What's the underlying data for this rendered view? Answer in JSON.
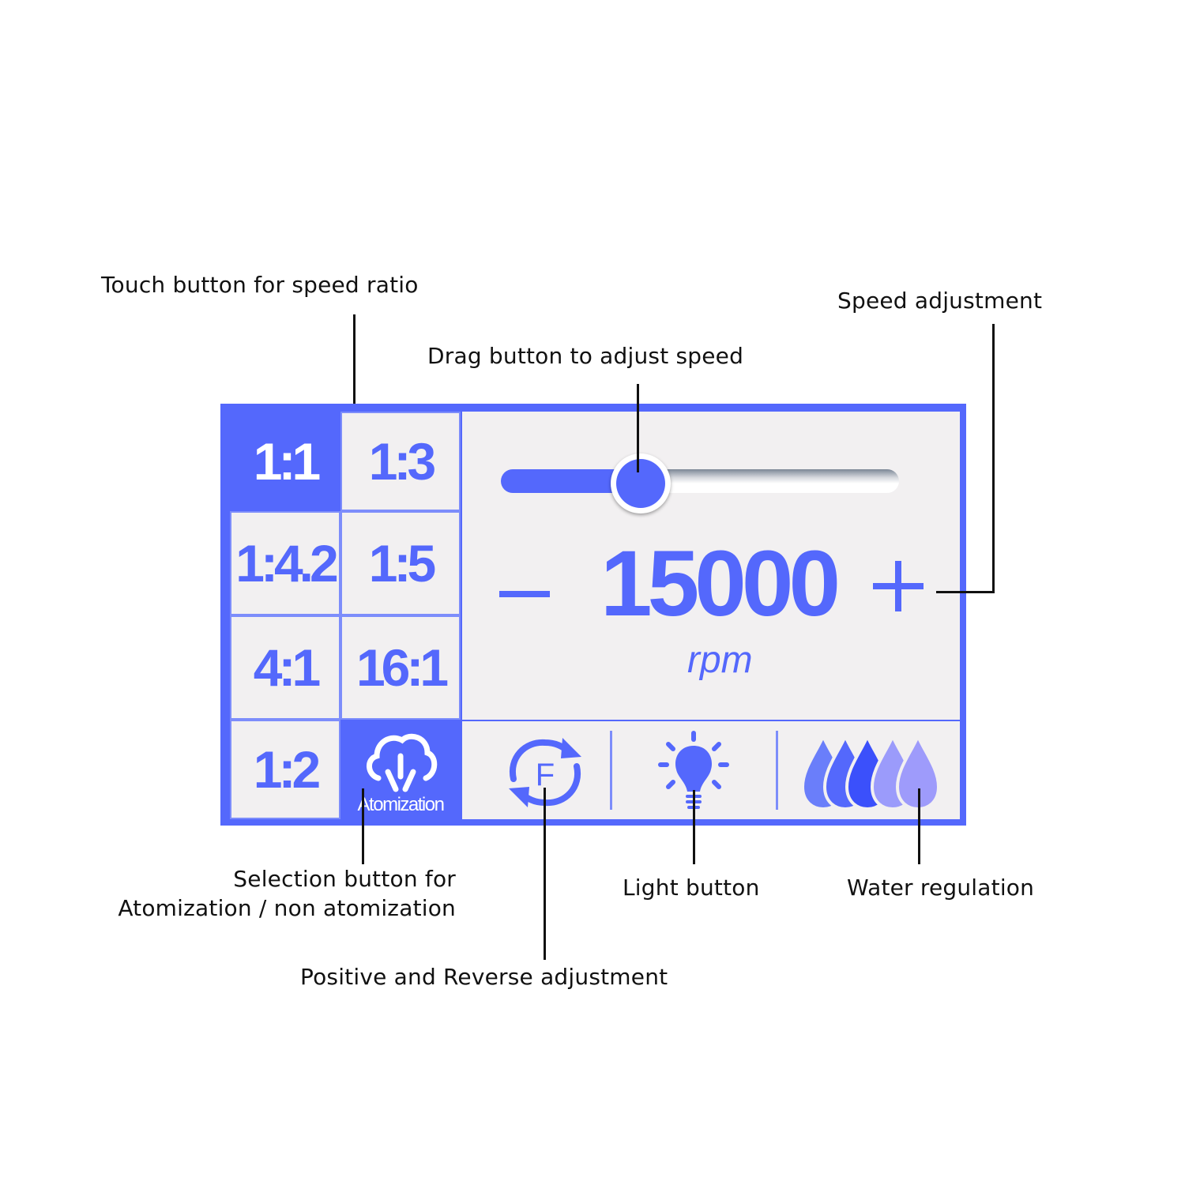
{
  "annotations": {
    "speed_ratio": "Touch button for speed ratio",
    "drag_speed": "Drag button to adjust speed",
    "speed_adjustment": "Speed adjustment",
    "atomization_line1": "Selection button for",
    "atomization_line2": "Atomization / non atomization",
    "light": "Light button",
    "water": "Water regulation",
    "direction": "Positive and Reverse adjustment"
  },
  "ratios": [
    {
      "label": "1:1",
      "active": true
    },
    {
      "label": "1:3",
      "active": false
    },
    {
      "label": "1:4.2",
      "active": false
    },
    {
      "label": "1:5",
      "active": false
    },
    {
      "label": "4:1",
      "active": false
    },
    {
      "label": "16:1",
      "active": false
    },
    {
      "label": "1:2",
      "active": false
    }
  ],
  "atomization": {
    "label": "Atomization",
    "active": true,
    "icon": "atomization-cloud-icon"
  },
  "speed": {
    "value": "15000",
    "unit": "rpm",
    "minus": "−",
    "plus": "+",
    "slider_percent": 35
  },
  "controls": {
    "direction": {
      "letter": "F",
      "icon": "rotate-arrows-icon"
    },
    "light": {
      "icon": "lightbulb-icon"
    },
    "water": {
      "icon": "water-drops-icon",
      "levels": 5,
      "colors": [
        "#6a7efa",
        "#5468fc",
        "#3b50fb",
        "#9b9bfb",
        "#9e9bfb"
      ]
    }
  },
  "colors": {
    "accent": "#5468fc",
    "panel_bg": "#f2f0f1",
    "grid": "#7d8dfb"
  }
}
